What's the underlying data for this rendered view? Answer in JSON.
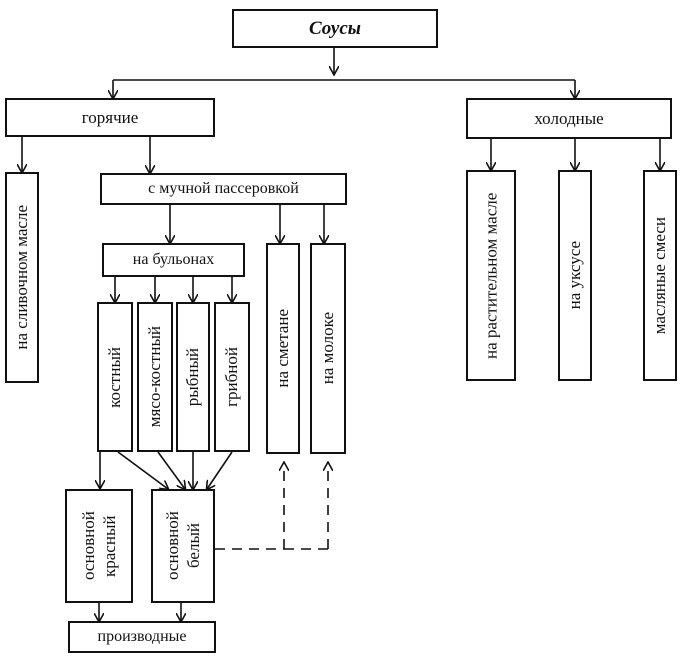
{
  "title": "Соусы",
  "hot": {
    "label": "горячие",
    "butter": "на сливочном масле",
    "roux": "с мучной пассеровкой",
    "broths": {
      "label": "на бульонах",
      "items": [
        "костный",
        "мясо-костный",
        "рыбный",
        "грибной"
      ]
    },
    "sour_cream": "на сметане",
    "milk": "на молоке",
    "base_red": "основной красный",
    "base_white": "основной белый",
    "derived": "производные"
  },
  "cold": {
    "label": "холодные",
    "items": [
      "на растительном масле",
      "на уксусе",
      "масляные смеси"
    ]
  },
  "colors": {
    "stroke": "#111111",
    "background": "#ffffff"
  }
}
